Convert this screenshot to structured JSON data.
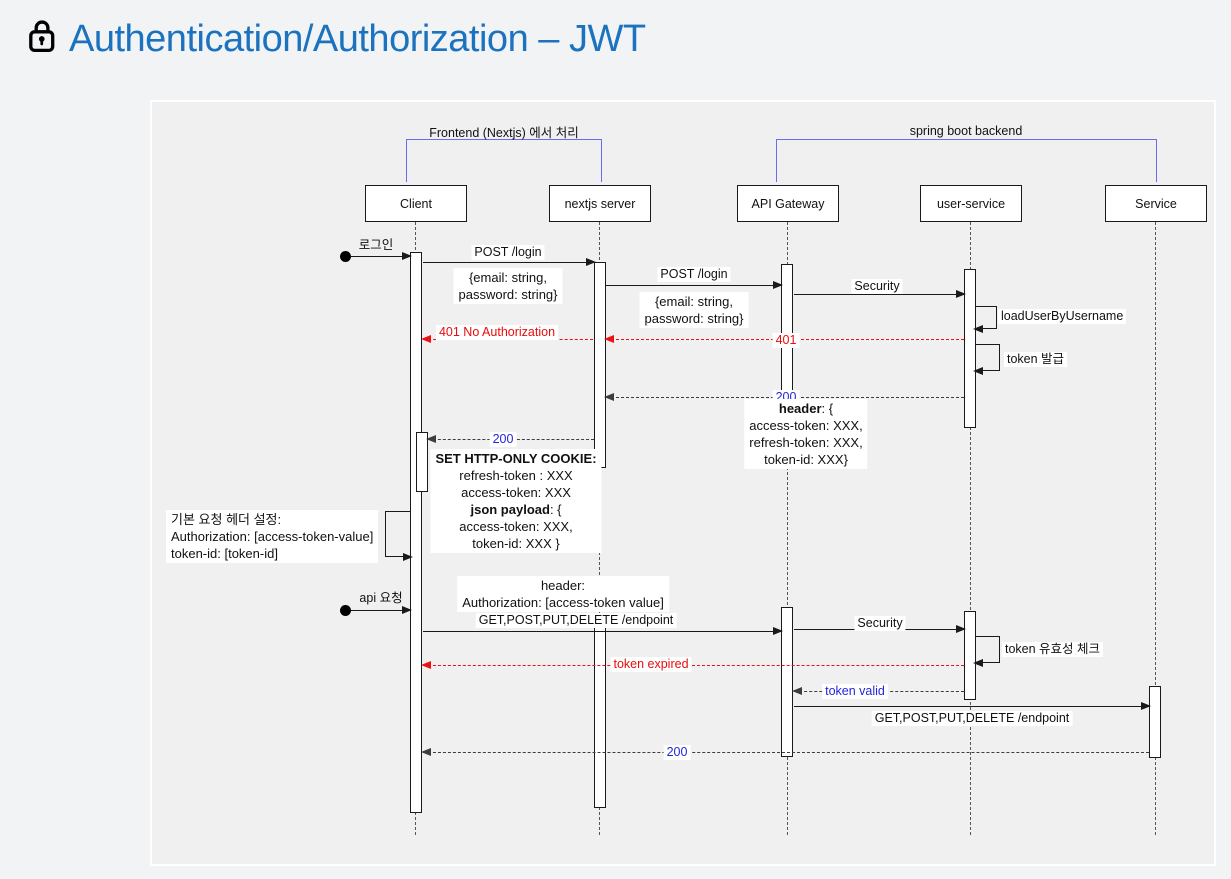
{
  "header": {
    "title": "Authentication/Authorization – JWT"
  },
  "diagram": {
    "groups": {
      "frontend": "Frontend (Nextjs) 에서 처리",
      "backend": "spring boot backend"
    },
    "participants": {
      "client": "Client",
      "nextjs": "nextjs server",
      "gateway": "API Gateway",
      "user_service": "user-service",
      "service": "Service"
    },
    "msgs": {
      "login_trigger": "로그인",
      "post_login_1": "POST /login",
      "post_login_1_body_1": "{email: string,",
      "post_login_1_body_2": "password: string}",
      "post_login_2": "POST /login",
      "post_login_2_body_1": "{email: string,",
      "post_login_2_body_2": "password: string}",
      "security_1": "Security",
      "load_user": "loadUserByUsername",
      "token_issue": "token 발급",
      "e401_gateway": "401",
      "e401_client": "401 No Authorization",
      "r200_nextjs": "200",
      "r200_client": "200",
      "resp_header_bold": "header",
      "resp_header_rest": ": {",
      "resp_header_2": "access-token: XXX,",
      "resp_header_3": "refresh-token: XXX,",
      "resp_header_4": "token-id: XXX}",
      "cookie_1": "SET HTTP-ONLY COOKIE:",
      "cookie_2": "refresh-token : XXX",
      "cookie_3": "access-token: XXX",
      "cookie_4_bold": "json payload",
      "cookie_4_rest": ": {",
      "cookie_5": "access-token: XXX,",
      "cookie_6": "token-id: XXX }",
      "note_1": "기본 요청 헤더 설정:",
      "note_2": "Authorization:  [access-token-value]",
      "note_3": "token-id: [token-id]",
      "api_trigger": "api 요청",
      "req_header_1": "header:",
      "req_header_2": "Authorization: [access-token value]",
      "endpoint_1": "GET,POST,PUT,DELETE /endpoint",
      "security_2": "Security",
      "token_check": "token 유효성 체크",
      "token_expired": "token expired",
      "token_valid": "token valid",
      "endpoint_2": "GET,POST,PUT,DELETE /endpoint",
      "r200_final": "200"
    },
    "colors": {
      "title_accent": "#1b72bf",
      "bracket": "#6c6cf0",
      "error": "#ef1010",
      "status_label": "#2424e0"
    }
  }
}
